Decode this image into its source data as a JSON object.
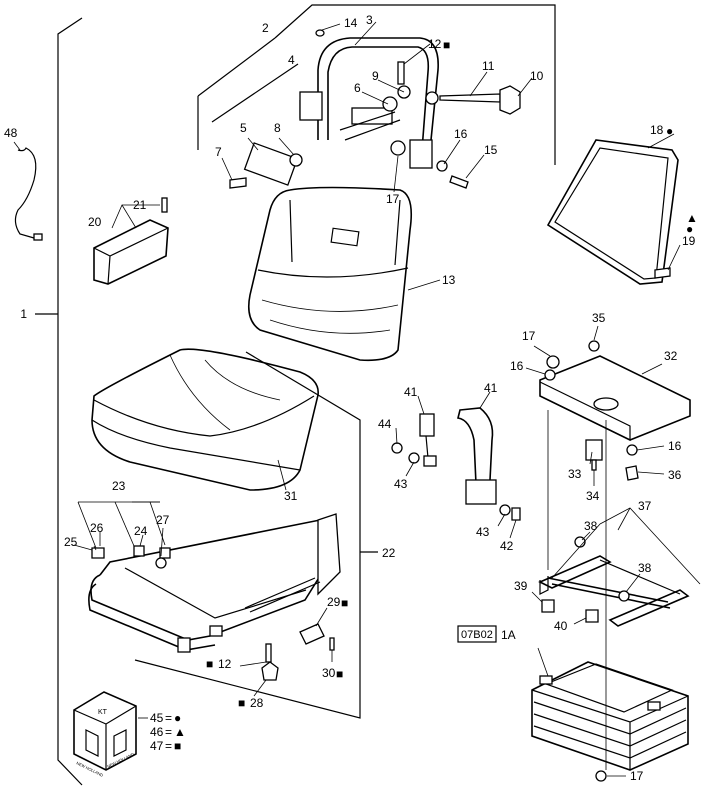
{
  "callouts": {
    "c1": "1",
    "c2": "2",
    "c3": "3",
    "c4": "4",
    "c5": "5",
    "c6": "6",
    "c7": "7",
    "c8": "8",
    "c9": "9",
    "c10": "10",
    "c11": "11",
    "c12": "12",
    "c13": "13",
    "c14": "14",
    "c15": "15",
    "c16a": "16",
    "c16b": "16",
    "c16c": "16",
    "c17a": "17",
    "c17b": "17",
    "c17c": "17",
    "c18": "18",
    "c19": "19",
    "c20": "20",
    "c21": "21",
    "c22": "22",
    "c23": "23",
    "c24": "24",
    "c25": "25",
    "c26": "26",
    "c27": "27",
    "c28": "28",
    "c29": "29",
    "c30": "30",
    "c31": "31",
    "c32": "32",
    "c33": "33",
    "c34": "34",
    "c35": "35",
    "c36": "36",
    "c37": "37",
    "c38a": "38",
    "c38b": "38",
    "c39": "39",
    "c40": "40",
    "c41a": "41",
    "c41b": "41",
    "c42": "42",
    "c43a": "43",
    "c43b": "43",
    "c44": "44",
    "c45": "45",
    "c46": "46",
    "c47": "47",
    "c48": "48",
    "c1a": "1A"
  },
  "symbols": {
    "circle": "●",
    "triangle": "▲",
    "square": "■",
    "equals": "="
  },
  "ref_box": "07B02",
  "kit_label": "KT",
  "kit_brand": "NEW HOLLAND"
}
